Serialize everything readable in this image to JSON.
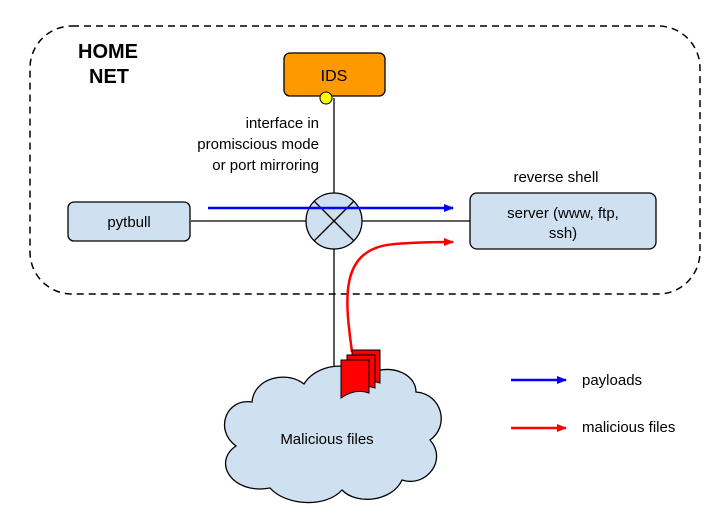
{
  "zone": {
    "line1": "HOME",
    "line2": "NET"
  },
  "ids": {
    "label": "IDS"
  },
  "interface_note": [
    "interface in",
    "promiscious mode",
    "or port mirroring"
  ],
  "pytbull": {
    "label": "pytbull"
  },
  "server": {
    "label_line1": "server (www, ftp,",
    "label_line2": "ssh)"
  },
  "reverse_shell": {
    "label": "reverse shell"
  },
  "cloud": {
    "label": "Malicious files"
  },
  "legend": [
    {
      "label": "payloads",
      "color": "#0000ff"
    },
    {
      "label": "malicious files",
      "color": "#ff0000"
    }
  ],
  "colors": {
    "ids_fill": "#ff9900",
    "node_fill": "#cfe0f1",
    "sensor_dot": "#ffff00",
    "payload_arrow": "#0000ff",
    "malicious_arrow": "#ff0000",
    "files_icon": "#ff0000"
  }
}
